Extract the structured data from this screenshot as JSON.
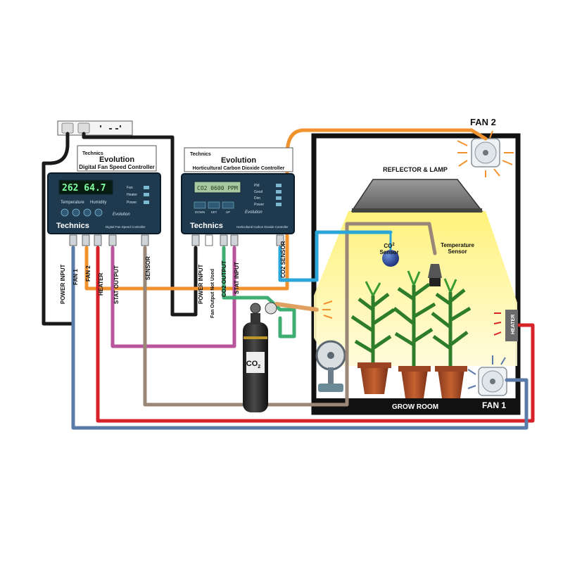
{
  "colors": {
    "black_cable": "#1a1a1a",
    "orange_cable": "#f0922e",
    "grey_cable": "#9a8778",
    "purple_cable": "#b8559c",
    "red_cable": "#d8222a",
    "blue_cable": "#5a7aa8",
    "cyan_cable": "#2aa6d9",
    "green_cable": "#3fae73",
    "controller_body": "#1f3a4f",
    "lamp_light": "#fff27a",
    "room_border": "#111111"
  },
  "fan_controller": {
    "brand": "Technics",
    "title": "Evolution",
    "subtitle": "Digital Fan Speed Controller",
    "display": "262  64.7",
    "label_temperature": "Temperature",
    "label_humidity": "Humidity",
    "indicator_fan": "Fan",
    "indicator_heater": "Heater",
    "indicator_power": "Power",
    "logo_text": "Technics",
    "model_text": "Evolution",
    "footer_text": "Digital Fan Speed Controller"
  },
  "co2_controller": {
    "brand": "Technics",
    "title": "Evolution",
    "subtitle": "Horticultural Carbon Dioxide Controller",
    "display": "CO2 0600 PPM",
    "indicator_ppm": "PM",
    "indicator_good": "Good",
    "indicator_dim": "Dim",
    "indicator_power": "Power",
    "btn_down": "DOWN",
    "btn_set": "SET",
    "btn_up": "UP",
    "logo_text": "Technics",
    "model_text": "Evolution",
    "footer_text": "Horticultural Carbon Dioxide Controller"
  },
  "port_labels": {
    "power_input_1": "POWER INPUT",
    "fan_1": "FAN 1",
    "fan_2": "FAN 2",
    "heater": "HEATER",
    "stat_output": "STAT OUTPUT",
    "sensor": "SENSOR",
    "power_input_2": "POWER INPUT",
    "fan_output_not_used": "Fan Output Not Used",
    "co2_output": "CO2 OUTPUT",
    "stat_input": "STAT INPUT",
    "co2_sensor": "CO2 SENSOR"
  },
  "grow_room": {
    "fan2_label": "FAN 2",
    "reflector_label": "REFLECTOR & LAMP",
    "co2_sensor_label_1": "CO",
    "co2_sensor_sup": "2",
    "co2_sensor_label_2": "Sensor",
    "temp_sensor_label_1": "Temperature",
    "temp_sensor_label_2": "Sensor",
    "heater_label": "HEATER",
    "grow_room_label": "GROW ROOM",
    "fan1_label": "FAN 1"
  },
  "co2_tank": {
    "label": "CO",
    "sub": "2"
  }
}
